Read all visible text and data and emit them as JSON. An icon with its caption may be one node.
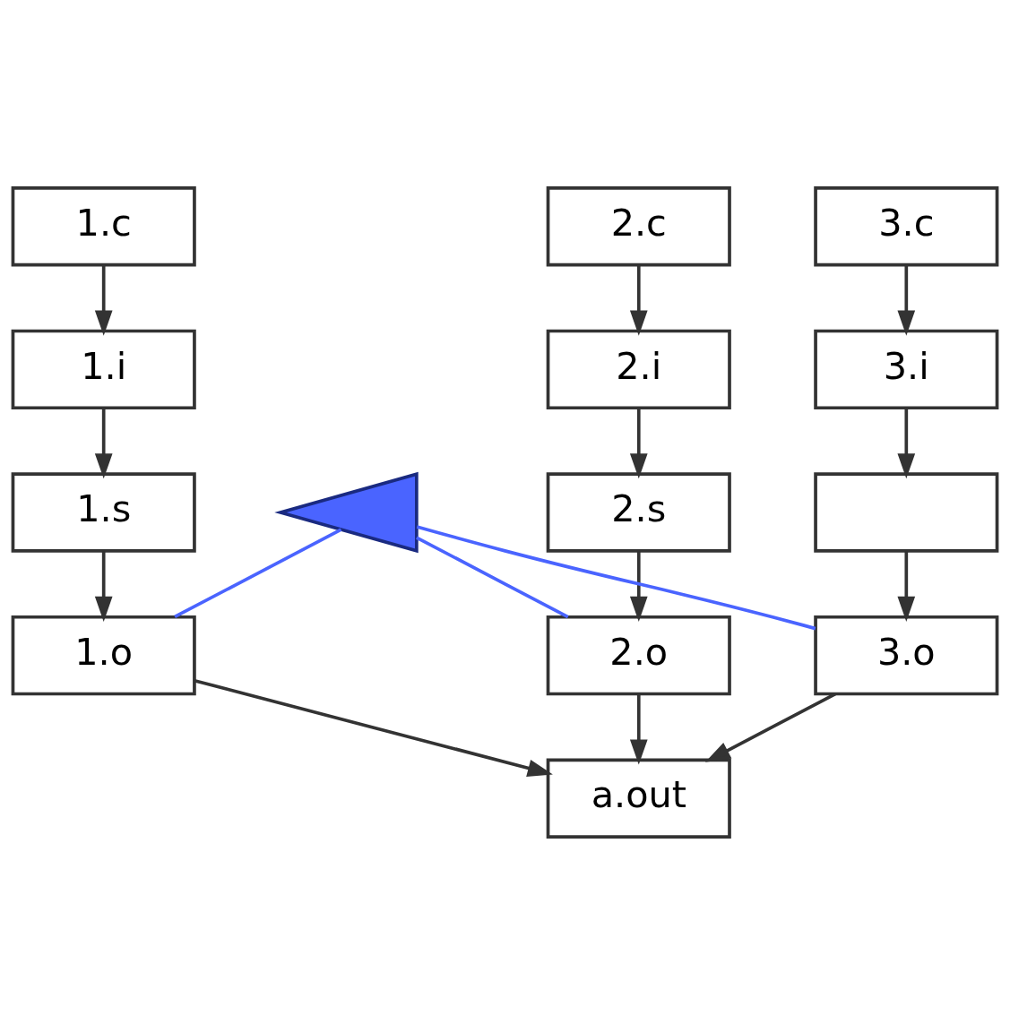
{
  "diagram": {
    "nodes": [
      {
        "text": [
          "1.c"
        ]
      },
      {
        "text": [
          "1.i"
        ]
      },
      {
        "text": [
          "1.s"
        ]
      },
      {
        "text": [
          "1.o"
        ]
      },
      {
        "text": [
          "2.c"
        ]
      },
      {
        "text": [
          "2.i"
        ]
      },
      {
        "text": [
          "2.s"
        ]
      },
      {
        "text": [
          "2.o"
        ]
      },
      {
        "text": [
          "3.c"
        ]
      },
      {
        "text": [
          "3.i"
        ]
      },
      {
        "text": [],
        "shape": "box"
      },
      {
        "text": [
          "3.o"
        ]
      },
      {
        "text": [
          "a.out"
        ]
      },
      {
        "text": [],
        "shape": "callout"
      }
    ],
    "edges": [
      {
        "from": 0,
        "to": 1,
        "arrow": "to"
      },
      {
        "from": 1,
        "to": 2,
        "arrow": "to"
      },
      {
        "from": 2,
        "to": 3,
        "arrow": "to"
      },
      {
        "from": 4,
        "to": 5,
        "arrow": "to"
      },
      {
        "from": 5,
        "to": 6,
        "arrow": "to"
      },
      {
        "from": 6,
        "to": 7,
        "arrow": "to"
      },
      {
        "from": 8,
        "to": 9,
        "arrow": "to"
      },
      {
        "from": 9,
        "to": 10,
        "arrow": "to"
      },
      {
        "from": 10,
        "to": 11,
        "arrow": "to"
      },
      {
        "from": 3,
        "to": 12,
        "arrow": "to"
      },
      {
        "from": 7,
        "to": 12,
        "arrow": "to"
      },
      {
        "from": 11,
        "to": 12,
        "arrow": "to"
      },
      {
        "from": 13,
        "to": 3,
        "arrow": "none",
        "color": "#4a64ff"
      },
      {
        "from": 13,
        "to": 7,
        "arrow": "none",
        "color": "#4a64ff"
      },
      {
        "from": 13,
        "to": 11,
        "arrow": "none",
        "color": "#4a64ff"
      }
    ]
  }
}
